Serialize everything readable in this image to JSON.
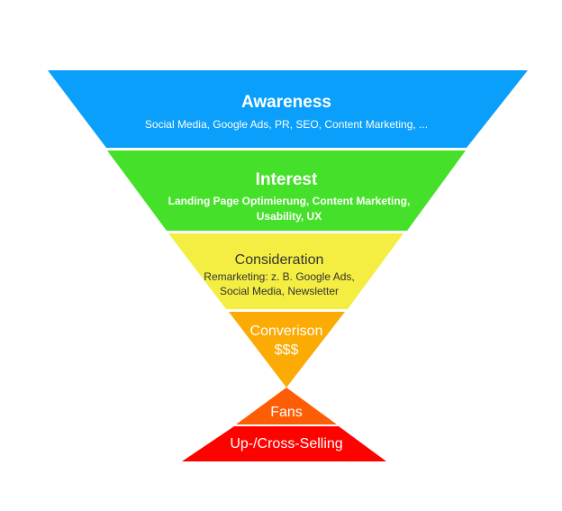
{
  "funnel": {
    "stages": [
      {
        "id": "awareness",
        "title": "Awareness",
        "subtitle": "Social Media, Google Ads, PR, SEO, Content Marketing, ...",
        "color": "#0a9ffb"
      },
      {
        "id": "interest",
        "title": "Interest",
        "subtitle_lines": [
          "Landing Page Optimierung, Content Marketing,",
          "Usability, UX"
        ],
        "color": "#45e029"
      },
      {
        "id": "consideration",
        "title": "Consideration",
        "subtitle_lines": [
          "Remarketing: z. B. Google Ads,",
          "Social Media, Newsletter"
        ],
        "color": "#f4ee42"
      },
      {
        "id": "conversion",
        "title": "Converison",
        "subtitle": "$$$",
        "color": "#fbab04"
      },
      {
        "id": "fans",
        "title": "Fans",
        "color": "#fd5e05"
      },
      {
        "id": "upsell",
        "title": "Up-/Cross-Selling",
        "color": "#fe0200"
      }
    ]
  }
}
